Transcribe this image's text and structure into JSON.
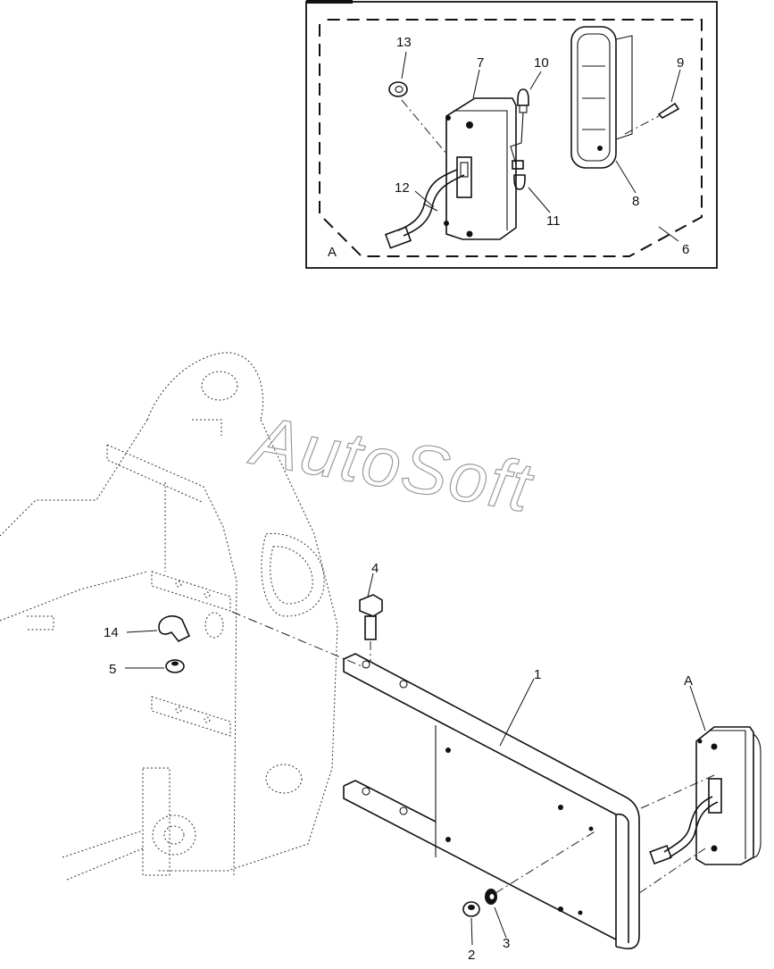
{
  "diagram": {
    "detail_view_label": "A",
    "detail_callout_label": "A",
    "watermark": "AutoSoft",
    "callouts": [
      "1",
      "2",
      "3",
      "4",
      "5",
      "6",
      "7",
      "8",
      "9",
      "10",
      "11",
      "12",
      "13",
      "14"
    ]
  }
}
